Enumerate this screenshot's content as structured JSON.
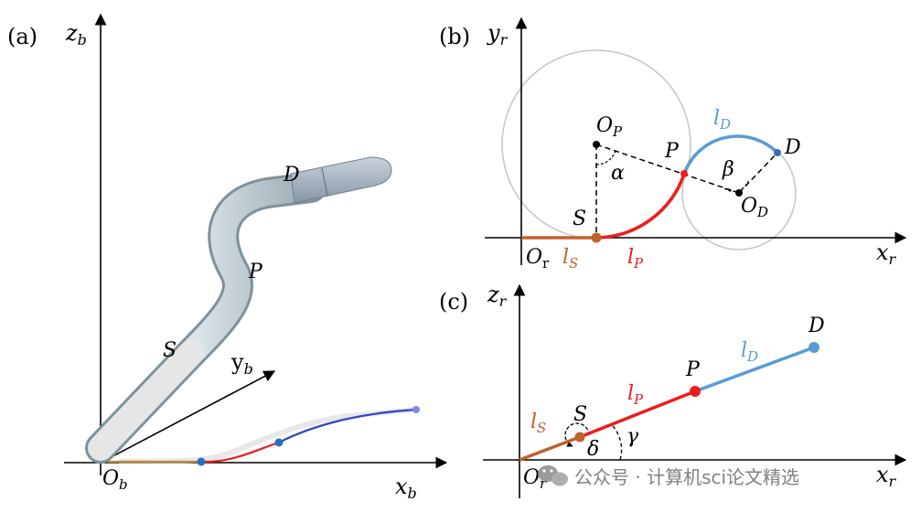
{
  "panels": {
    "a": {
      "tag": "(a)",
      "axis_z": "z",
      "axis_z_sub": "b",
      "axis_x": "x",
      "axis_x_sub": "b",
      "axis_y": "y",
      "axis_y_sub": "b",
      "origin": "O",
      "origin_sub": "b",
      "label_D": "D",
      "label_P": "P",
      "label_S": "S"
    },
    "b": {
      "tag": "(b)",
      "axis_y": "y",
      "axis_y_sub": "r",
      "axis_x": "x",
      "axis_x_sub": "r",
      "origin": "O",
      "origin_sub": "r",
      "center_P": "O",
      "center_P_sub": "P",
      "center_D": "O",
      "center_D_sub": "D",
      "label_P": "P",
      "label_D": "D",
      "label_S": "S",
      "alpha": "α",
      "beta": "β",
      "seg_S": "l",
      "seg_S_sub": "S",
      "seg_P": "l",
      "seg_P_sub": "P",
      "seg_D": "l",
      "seg_D_sub": "D"
    },
    "c": {
      "tag": "(c)",
      "axis_z": "z",
      "axis_z_sub": "r",
      "axis_x": "x",
      "axis_x_sub": "r",
      "origin": "O",
      "origin_sub": "r",
      "label_S": "S",
      "label_P": "P",
      "label_D": "D",
      "delta": "δ",
      "gamma": "γ",
      "seg_S": "l",
      "seg_S_sub": "S",
      "seg_P": "l",
      "seg_P_sub": "P",
      "seg_D": "l",
      "seg_D_sub": "D"
    }
  },
  "watermark": "公众号 · 计算机sci论文精选",
  "colors": {
    "seg_S": "#c0622a",
    "seg_P": "#ee1c1c",
    "seg_D": "#5b9bd5",
    "circle": "#c8c8c8",
    "axis": "#000000"
  }
}
